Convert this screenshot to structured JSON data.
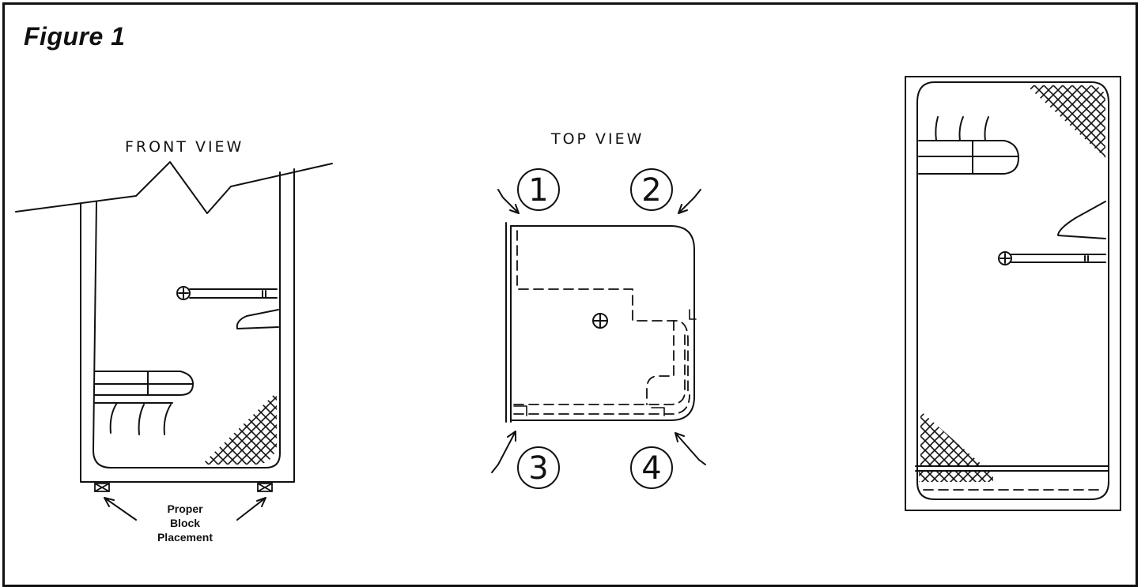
{
  "figure": {
    "title": "Figure 1",
    "front_view_label": "FRONT VIEW",
    "top_view_label": "TOP VIEW",
    "corner_numbers": [
      "1",
      "2",
      "3",
      "4"
    ],
    "block_note_lines": [
      "Proper",
      "Block",
      "Placement"
    ]
  },
  "colors": {
    "line": "#111111",
    "background": "#ffffff"
  }
}
